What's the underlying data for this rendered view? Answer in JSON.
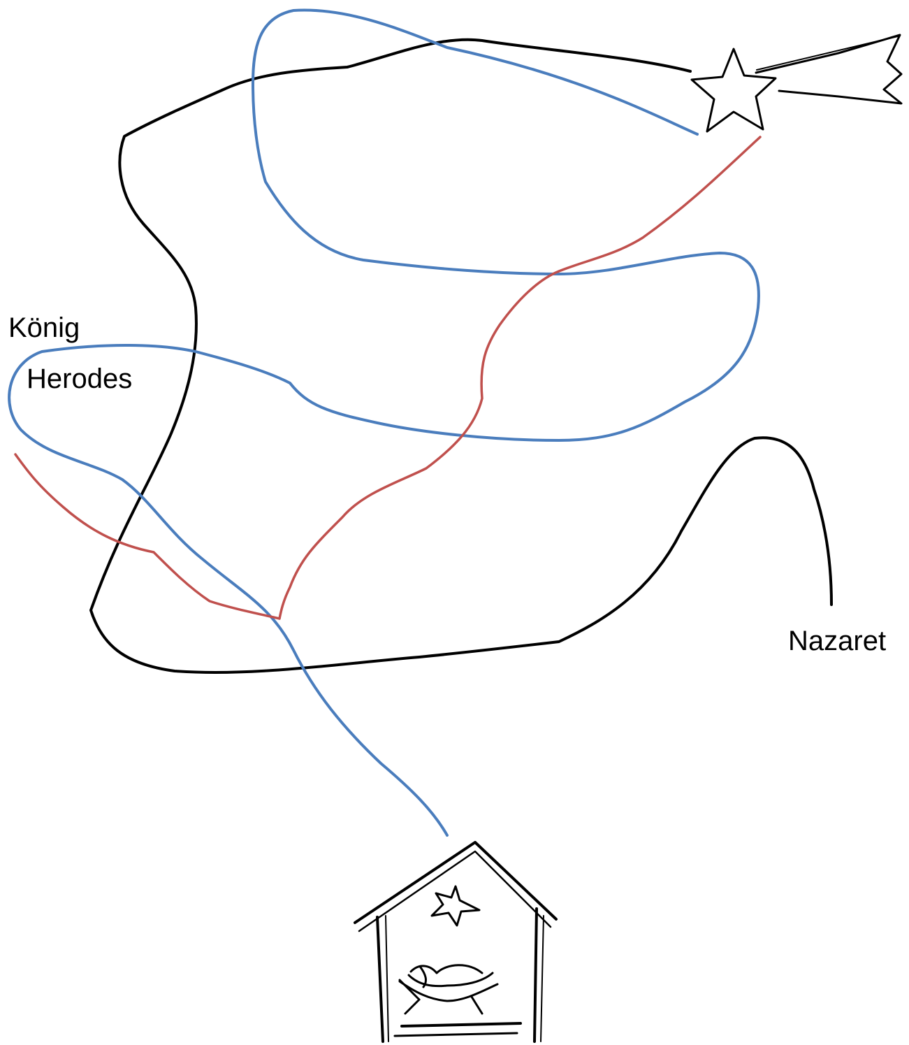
{
  "labels": {
    "koenig": "König",
    "herodes": "Herodes",
    "nazaret": "Nazaret"
  },
  "colors": {
    "route_black": "#000000",
    "route_blue": "#4a7dbd",
    "route_red": "#c0504d"
  },
  "icons": {
    "start": "shooting-star-icon",
    "destination": "stable-manger-icon"
  }
}
